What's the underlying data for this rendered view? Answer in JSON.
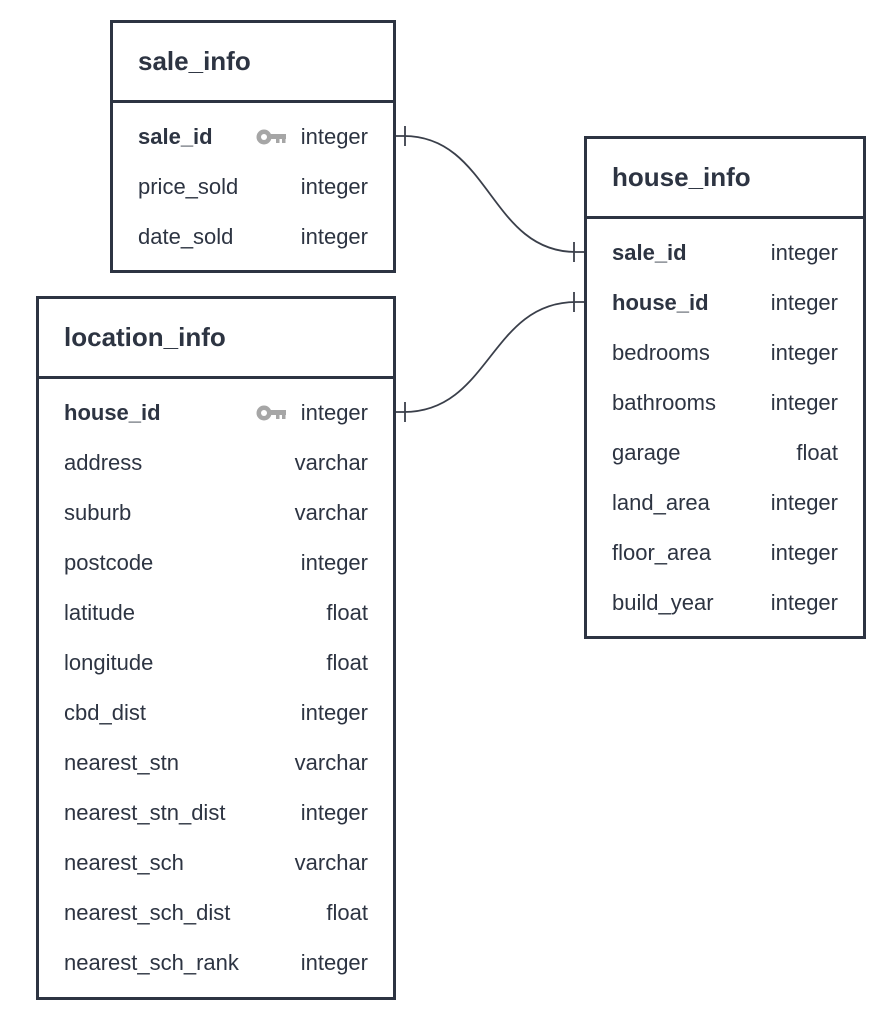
{
  "diagram": {
    "tables": {
      "sale_info": {
        "name": "sale_info",
        "columns": [
          {
            "name": "sale_id",
            "type": "integer",
            "primary_key": true
          },
          {
            "name": "price_sold",
            "type": "integer",
            "primary_key": false
          },
          {
            "name": "date_sold",
            "type": "integer",
            "primary_key": false
          }
        ]
      },
      "location_info": {
        "name": "location_info",
        "columns": [
          {
            "name": "house_id",
            "type": "integer",
            "primary_key": true
          },
          {
            "name": "address",
            "type": "varchar",
            "primary_key": false
          },
          {
            "name": "suburb",
            "type": "varchar",
            "primary_key": false
          },
          {
            "name": "postcode",
            "type": "integer",
            "primary_key": false
          },
          {
            "name": "latitude",
            "type": "float",
            "primary_key": false
          },
          {
            "name": "longitude",
            "type": "float",
            "primary_key": false
          },
          {
            "name": "cbd_dist",
            "type": "integer",
            "primary_key": false
          },
          {
            "name": "nearest_stn",
            "type": "varchar",
            "primary_key": false
          },
          {
            "name": "nearest_stn_dist",
            "type": "integer",
            "primary_key": false
          },
          {
            "name": "nearest_sch",
            "type": "varchar",
            "primary_key": false
          },
          {
            "name": "nearest_sch_dist",
            "type": "float",
            "primary_key": false
          },
          {
            "name": "nearest_sch_rank",
            "type": "integer",
            "primary_key": false
          }
        ]
      },
      "house_info": {
        "name": "house_info",
        "columns": [
          {
            "name": "sale_id",
            "type": "integer",
            "primary_key": false,
            "emphasized": true
          },
          {
            "name": "house_id",
            "type": "integer",
            "primary_key": false,
            "emphasized": true
          },
          {
            "name": "bedrooms",
            "type": "integer",
            "primary_key": false
          },
          {
            "name": "bathrooms",
            "type": "integer",
            "primary_key": false
          },
          {
            "name": "garage",
            "type": "float",
            "primary_key": false
          },
          {
            "name": "land_area",
            "type": "integer",
            "primary_key": false
          },
          {
            "name": "floor_area",
            "type": "integer",
            "primary_key": false
          },
          {
            "name": "build_year",
            "type": "integer",
            "primary_key": false
          }
        ]
      }
    },
    "relationships": [
      {
        "from": "sale_info.sale_id",
        "to": "house_info.sale_id",
        "cardinality": "one-to-one"
      },
      {
        "from": "location_info.house_id",
        "to": "house_info.house_id",
        "cardinality": "one-to-one"
      }
    ],
    "colors": {
      "border": "#2d3442",
      "text": "#2d3442",
      "key_icon": "#a6a6a6",
      "connector": "#3a3f4a",
      "background": "#ffffff"
    },
    "icons": {
      "primary_key": "key-icon"
    }
  }
}
